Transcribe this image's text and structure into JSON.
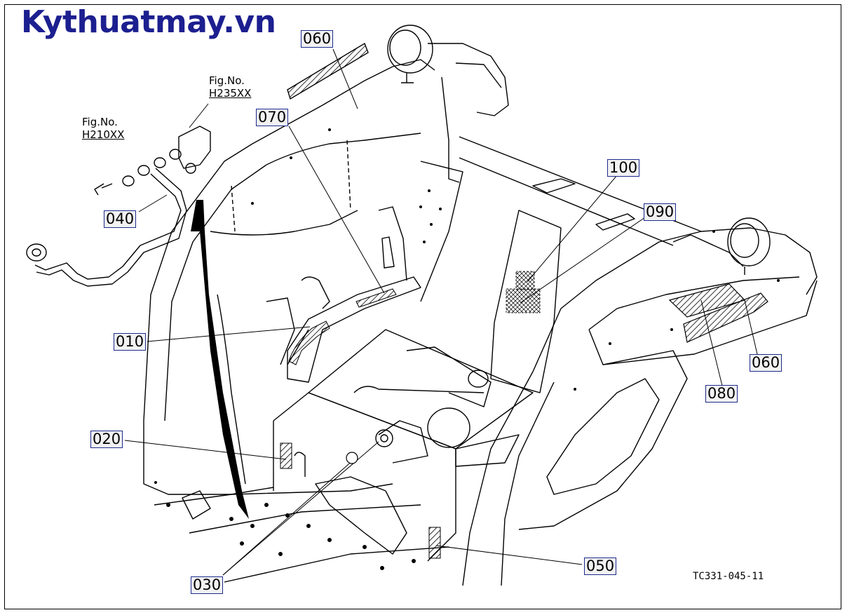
{
  "watermark": "Kythuatmay.vn",
  "drawing_code": "TC331-045-11",
  "figure_refs": [
    {
      "label": "Fig.No.",
      "number": "H235XX"
    },
    {
      "label": "Fig.No.",
      "number": "H210XX"
    }
  ],
  "callouts": {
    "c060_top": "060",
    "c070": "070",
    "c100": "100",
    "c090": "090",
    "c040": "040",
    "c010": "010",
    "c060_right": "060",
    "c080": "080",
    "c020": "020",
    "c050": "050",
    "c030": "030"
  }
}
